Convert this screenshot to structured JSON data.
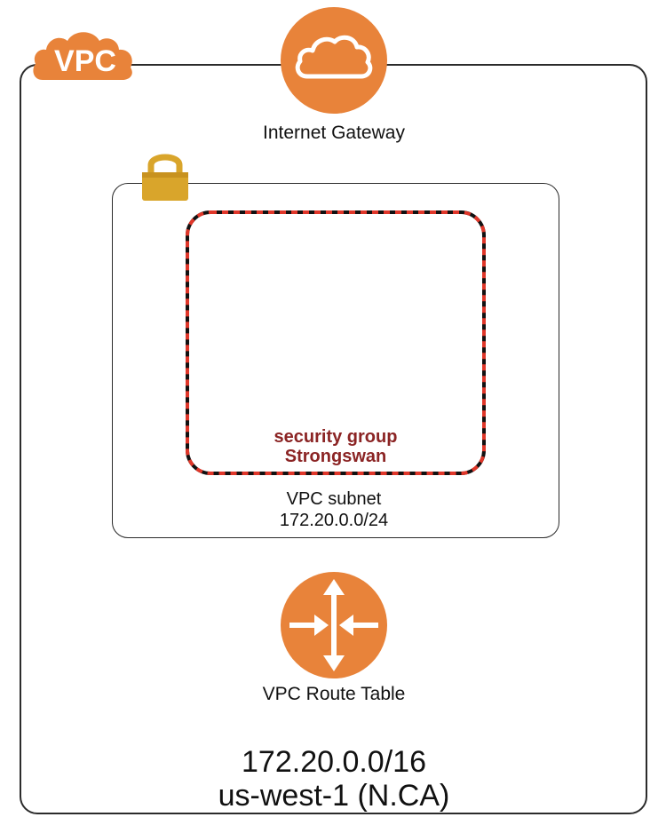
{
  "vpc": {
    "badge_label": "VPC",
    "cidr": "172.20.0.0/16",
    "region": "us-west-1 (N.CA)"
  },
  "internet_gateway": {
    "label": "Internet Gateway",
    "icon": "cloud-icon"
  },
  "subnet": {
    "name": "VPC subnet",
    "cidr": "172.20.0.0/24",
    "icon": "lock-icon"
  },
  "security_group": {
    "title": "security group",
    "name": "Strongswan"
  },
  "route_table": {
    "label": "VPC Route Table",
    "icon": "router-icon"
  },
  "colors": {
    "aws_orange": "#E8833A",
    "lock_gold": "#D9A52B",
    "security_group_red": "#E0372A",
    "security_group_text": "#8B2424",
    "border": "#2B2B2B"
  }
}
